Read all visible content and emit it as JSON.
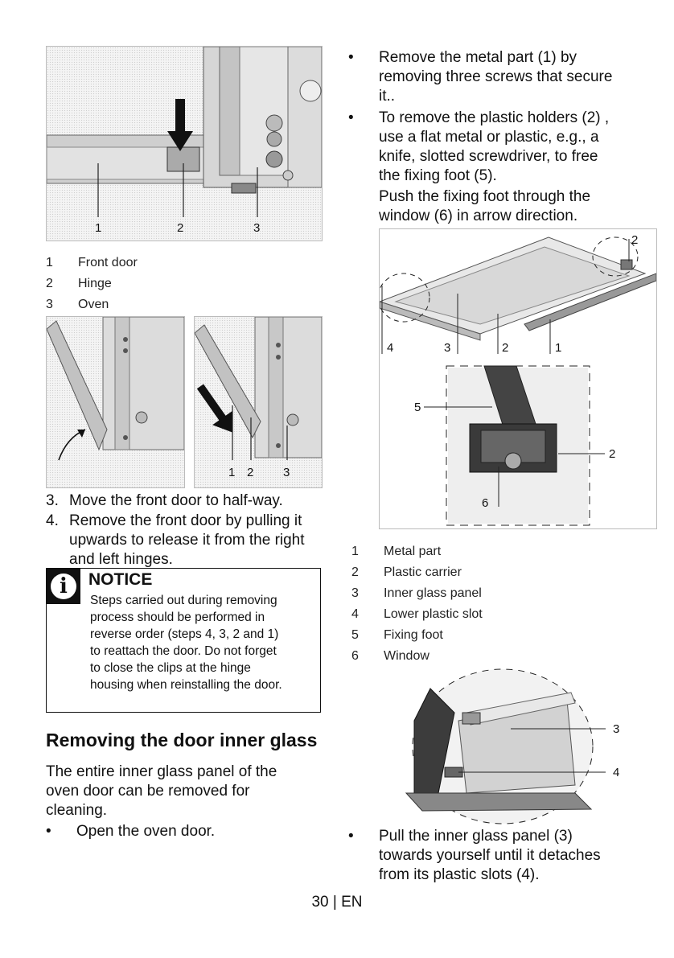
{
  "figure1": {
    "callouts": [
      "1",
      "2",
      "3"
    ]
  },
  "legend1": [
    {
      "num": "1",
      "label": "Front door"
    },
    {
      "num": "2",
      "label": "Hinge"
    },
    {
      "num": "3",
      "label": "Oven"
    }
  ],
  "figure2": {
    "callouts": [
      "1",
      "2",
      "3"
    ]
  },
  "steps": [
    {
      "num": "3.",
      "lines": [
        "Move the front door to half-way."
      ]
    },
    {
      "num": "4.",
      "lines": [
        "Remove the front door by pulling it",
        "upwards to release it from the right",
        "and left hinges."
      ]
    }
  ],
  "notice": {
    "icon": "info-icon",
    "title": "NOTICE",
    "lines": [
      "Steps carried out during removing",
      "process should be performed in",
      "reverse order (steps 4, 3, 2 and 1)",
      "to reattach the door. Do not forget",
      "to close the clips at the hinge",
      "housing when reinstalling the door."
    ]
  },
  "section": {
    "heading": "Removing the door inner glass",
    "intro": [
      "The entire inner glass panel of the",
      "oven door can be removed for",
      "cleaning."
    ],
    "bullet_open": "Open the oven door."
  },
  "right_bullets": [
    {
      "lines": [
        "Remove the metal part (1) by",
        "removing three screws that secure",
        "it.."
      ]
    },
    {
      "lines": [
        "To remove the plastic holders (2) ,",
        "use a flat metal or plastic, e.g., a",
        "knife, slotted screwdriver, to free",
        "the fixing foot (5).",
        "Push the fixing foot through the",
        "window (6) in arrow direction."
      ]
    }
  ],
  "figure3": {
    "callouts": [
      "4",
      "3",
      "2",
      "1",
      "2"
    ],
    "detail_callouts": [
      "5",
      "2",
      "6"
    ]
  },
  "legend2": [
    {
      "num": "1",
      "label": "Metal part"
    },
    {
      "num": "2",
      "label": "Plastic carrier"
    },
    {
      "num": "3",
      "label": "Inner glass panel"
    },
    {
      "num": "4",
      "label": "Lower plastic slot"
    },
    {
      "num": "5",
      "label": "Fixing foot"
    },
    {
      "num": "6",
      "label": "Window"
    }
  ],
  "figure4": {
    "callouts": [
      "3",
      "4"
    ]
  },
  "last_bullet": {
    "lines": [
      "Pull the inner glass panel (3)",
      "towards yourself until it detaches",
      "from its plastic slots (4)."
    ]
  },
  "footer": "30 | EN",
  "colors": {
    "notice_icon_bg": "#111111",
    "text": "#111111"
  }
}
